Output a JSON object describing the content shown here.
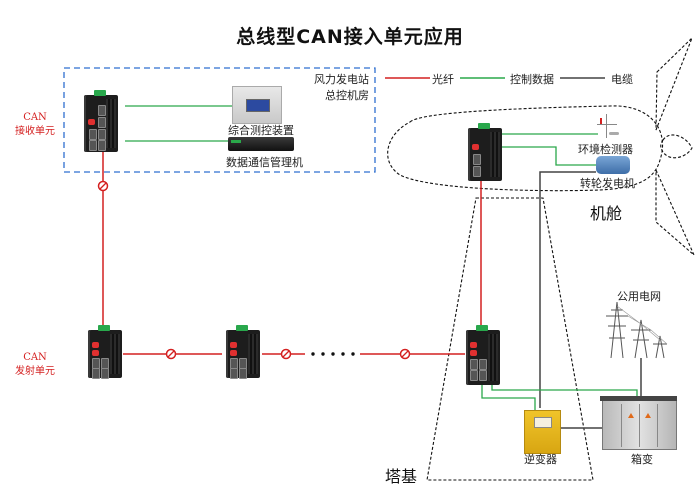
{
  "title": "总线型CAN接入单元应用",
  "legend": [
    {
      "label": "光纤",
      "color": "#d42020",
      "icon": "fiber-line"
    },
    {
      "label": "控制数据",
      "color": "#2aa84a",
      "icon": "control-data-line"
    },
    {
      "label": "电缆",
      "color": "#444444",
      "icon": "cable-line"
    }
  ],
  "control_room": {
    "label_line1": "风力发电站",
    "label_line2": "总控机房",
    "devices": [
      "综合测控装置",
      "数据通信管理机"
    ]
  },
  "receive_unit": {
    "line1": "CAN",
    "line2": "接收单元"
  },
  "transmit_unit": {
    "line1": "CAN",
    "line2": "发射单元"
  },
  "nacelle": {
    "label": "机舱",
    "devices": [
      "环境检测器",
      "转轮发电机"
    ]
  },
  "tower": {
    "label": "塔基",
    "devices": [
      "逆变器",
      "箱变"
    ]
  },
  "grid": {
    "label": "公用电网"
  },
  "colors": {
    "fiber": "#d42020",
    "control": "#2aa84a",
    "cable": "#444444",
    "dashed_box": "#2f6fd0"
  }
}
